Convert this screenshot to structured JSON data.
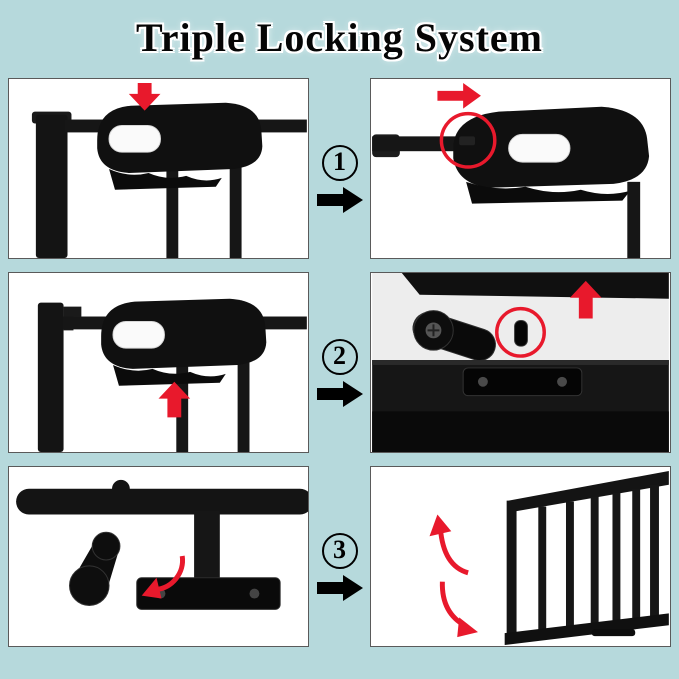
{
  "title": "Triple Locking System",
  "steps": [
    {
      "number": "1"
    },
    {
      "number": "2"
    },
    {
      "number": "3"
    }
  ],
  "colors": {
    "background": "#b6d9dc",
    "panel_background": "#ffffff",
    "panel_border": "#5a5a5a",
    "hardware_black": "#141414",
    "highlight_red": "#e8192c",
    "step_number": "#000000"
  },
  "icons": {
    "step_arrow": "right-arrow",
    "press_down": "down-arrow",
    "slide_button": "right-arrow",
    "lift_up": "up-arrow",
    "push_up": "up-arrow",
    "rotate_pedal": "curved-arrow",
    "swing_gate": "curved-arrows"
  }
}
